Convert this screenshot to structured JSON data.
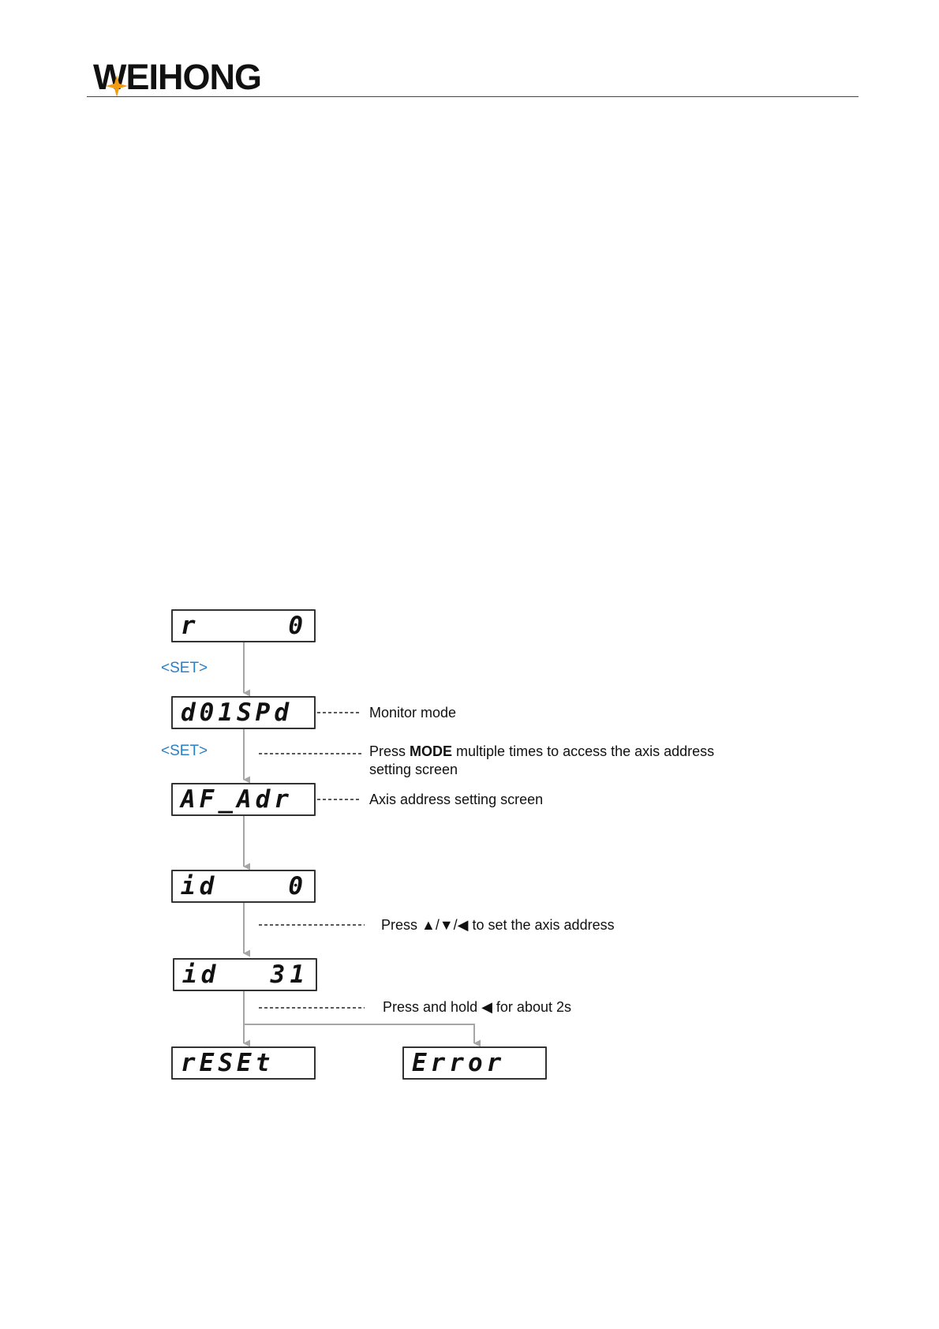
{
  "brand": {
    "logo_text": "WEIHONG",
    "accent_color": "#f39c12"
  },
  "displays": {
    "d1": {
      "left": "r",
      "right": "0"
    },
    "d2": {
      "left": "d01SPd",
      "right": ""
    },
    "d3": {
      "left": "AF_Adr",
      "right": ""
    },
    "d4": {
      "left": "id",
      "right": "0"
    },
    "d5": {
      "left": "id",
      "right": "31"
    },
    "d6": {
      "left": "rESEt",
      "right": ""
    },
    "d7": {
      "left": "Error",
      "right": ""
    }
  },
  "keys": {
    "set1": "<SET>",
    "set2": "<SET>"
  },
  "notes": {
    "monitor": "Monitor mode",
    "press_mode_prefix": "Press",
    "press_mode_key": "MODE",
    "press_mode_rest": "multiple  times to access the axis address",
    "press_mode_line2": "setting screen",
    "axis_screen": "Axis address setting screen",
    "set_addr": "Press ▲/▼/◀ to set the axis address",
    "hold": "Press and hold ◀ for about 2s"
  },
  "colors": {
    "key_blue": "#2a7fc9",
    "arrow_gray": "#a6a6a6"
  }
}
